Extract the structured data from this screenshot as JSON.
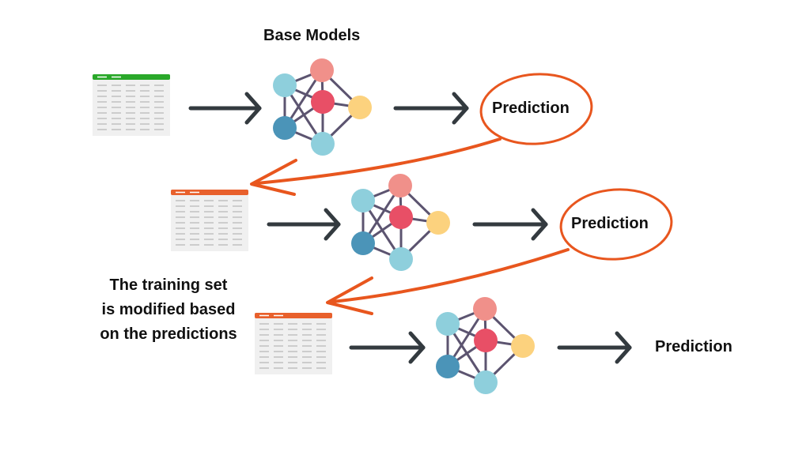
{
  "title": "Base Models",
  "stages": [
    {
      "prediction": "Prediction",
      "table_header_color": "#2aa82a",
      "circled": true
    },
    {
      "prediction": "Prediction",
      "table_header_color": "#e8602c",
      "circled": true
    },
    {
      "prediction": "Prediction",
      "table_header_color": "#e8602c",
      "circled": false
    }
  ],
  "note": {
    "lines": [
      "The training set",
      "is modified based",
      "on the predictions"
    ]
  },
  "colors": {
    "arrow": "#333a3f",
    "feedback_arrow": "#e8561e",
    "node_teal_light": "#8ecfdc",
    "node_salmon": "#f0908a",
    "node_red": "#e84f66",
    "node_yellow": "#fcd27e",
    "node_teal_dark": "#4b94b8",
    "edge": "#5c5470",
    "table_body": "#f0f0f0",
    "table_lines": "#c4c4c4"
  }
}
